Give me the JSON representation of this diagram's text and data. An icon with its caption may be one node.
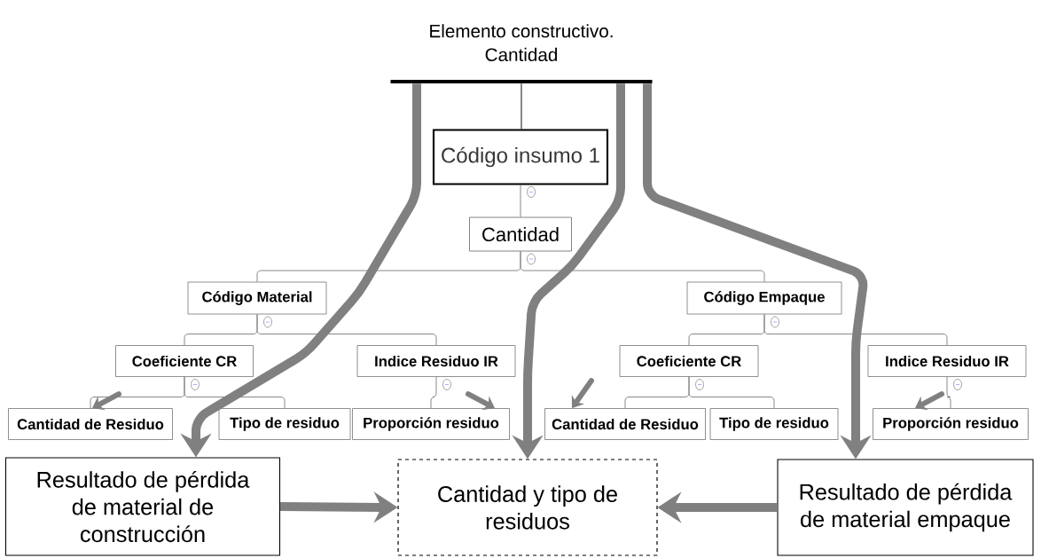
{
  "diagram": {
    "nodes": [
      {
        "text": [
          "Elemento constructivo. Cantidad"
        ]
      },
      {
        "text": [
          "Código insumo 1"
        ]
      },
      {
        "text": [
          "Cantidad"
        ]
      },
      {
        "text": [
          "Código Material"
        ]
      },
      {
        "text": [
          "Código Empaque"
        ]
      },
      {
        "text": [
          "Coeficiente CR"
        ]
      },
      {
        "text": [
          "Indice Residuo IR"
        ]
      },
      {
        "text": [
          "Coeficiente CR"
        ]
      },
      {
        "text": [
          "Indice Residuo IR"
        ]
      },
      {
        "text": [
          "Cantidad de Residuo"
        ]
      },
      {
        "text": [
          "Tipo de residuo"
        ]
      },
      {
        "text": [
          "Proporción residuo"
        ]
      },
      {
        "text": [
          "Cantidad de Residuo"
        ]
      },
      {
        "text": [
          "Tipo de residuo"
        ]
      },
      {
        "text": [
          "Proporción residuo"
        ]
      },
      {
        "text": [
          "Resultado de pérdida de material de construcción"
        ]
      },
      {
        "text": [
          "Cantidad y tipo de residuos"
        ]
      },
      {
        "text": [
          "Resultado de pérdida de material empaque"
        ]
      }
    ],
    "edges": [
      {
        "from": 0,
        "to": 1,
        "arrow": "none",
        "color": "#000000"
      },
      {
        "from": 1,
        "to": 2,
        "arrow": "none"
      },
      {
        "from": 2,
        "to": 3,
        "arrow": "none"
      },
      {
        "from": 2,
        "to": 4,
        "arrow": "none"
      },
      {
        "from": 3,
        "to": 5,
        "arrow": "none"
      },
      {
        "from": 3,
        "to": 6,
        "arrow": "none"
      },
      {
        "from": 4,
        "to": 7,
        "arrow": "none"
      },
      {
        "from": 4,
        "to": 8,
        "arrow": "none"
      },
      {
        "from": 5,
        "to": 9,
        "arrow": "none"
      },
      {
        "from": 5,
        "to": 10,
        "arrow": "none"
      },
      {
        "from": 6,
        "to": 11,
        "arrow": "none"
      },
      {
        "from": 7,
        "to": 12,
        "arrow": "none"
      },
      {
        "from": 7,
        "to": 13,
        "arrow": "none"
      },
      {
        "from": 8,
        "to": 14,
        "arrow": "none"
      },
      {
        "from": 0,
        "to": 15,
        "arrow": "to",
        "style": "thick"
      },
      {
        "from": 0,
        "to": 16,
        "arrow": "to",
        "style": "thick"
      },
      {
        "from": 0,
        "to": 17,
        "arrow": "to",
        "style": "thick"
      },
      {
        "from": 15,
        "to": 16,
        "arrow": "to",
        "style": "thick"
      },
      {
        "from": 17,
        "to": 16,
        "arrow": "to",
        "style": "thick"
      },
      {
        "from": null,
        "to": 9,
        "arrow": "to",
        "style": "thick"
      },
      {
        "from": null,
        "to": 11,
        "arrow": "to",
        "style": "thick"
      },
      {
        "from": null,
        "to": 12,
        "arrow": "to",
        "style": "thick"
      },
      {
        "from": null,
        "to": 14,
        "arrow": "to",
        "style": "thick"
      }
    ]
  }
}
